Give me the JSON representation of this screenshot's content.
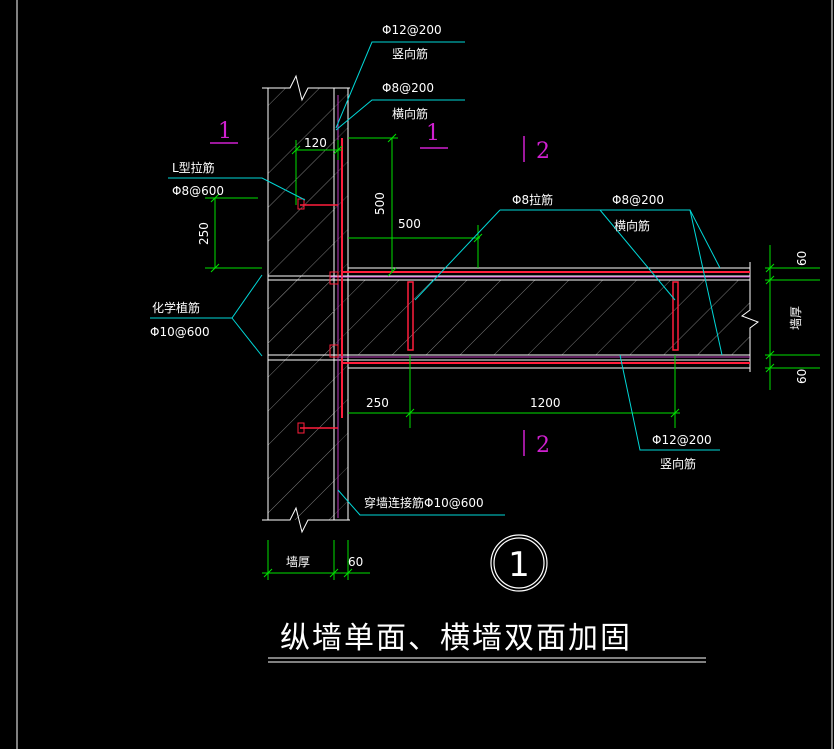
{
  "drawing": {
    "title": "纵墙单面、横墙双面加固",
    "detail_number": "1",
    "section_marks": [
      "1",
      "1",
      "2",
      "2"
    ],
    "annotations": {
      "vert_rebar_top": "Φ12@200",
      "vert_rebar_top_sub": "竖向筋",
      "horiz_rebar_top": "Φ8@200",
      "horiz_rebar_top_sub": "横向筋",
      "l_tie": "L型拉筋",
      "l_tie_spec": "Φ8@600",
      "tie_bar": "Φ8拉筋",
      "horiz_rebar_right": "Φ8@200",
      "horiz_rebar_right_sub": "横向筋",
      "chem_anchor": "化学植筋",
      "chem_anchor_spec": "Φ10@600",
      "vert_rebar_bottom": "Φ12@200",
      "vert_rebar_bottom_sub": "竖向筋",
      "through_wall": "穿墙连接筋Φ10@600"
    },
    "dimensions": {
      "d120": "120",
      "d500v": "500",
      "d500h": "500",
      "d250_left": "250",
      "d250_bottom": "250",
      "d1200": "1200",
      "d60_top": "60",
      "d60_bottom": "60",
      "d60_wall": "60",
      "wall_thickness": "墙厚"
    },
    "colors": {
      "background": "#000000",
      "line": "#ffffff",
      "rebar": "#ff1e3c",
      "leader": "#00d7d7",
      "dimension": "#00e000",
      "section_mark": "#d020d0",
      "hatch": "#7a7a7a"
    }
  }
}
